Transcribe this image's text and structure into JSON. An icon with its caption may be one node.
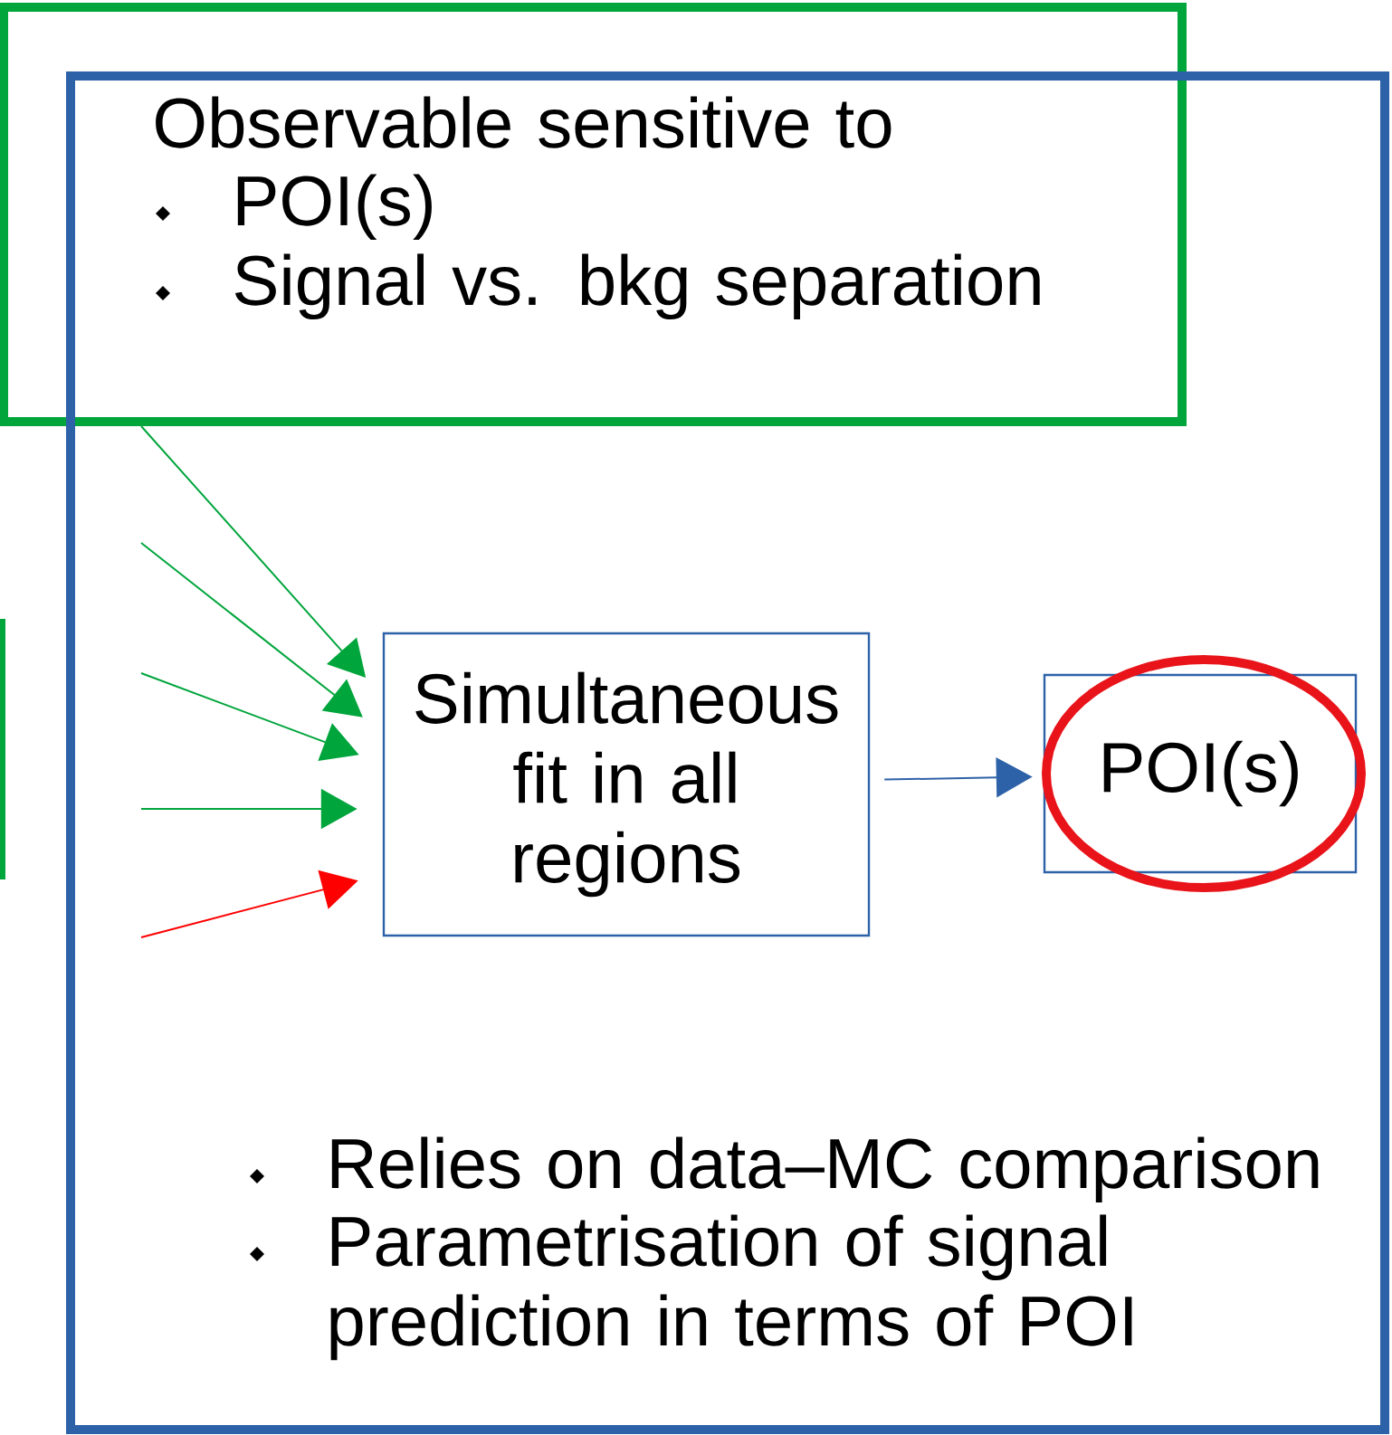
{
  "diagram": {
    "nodes": [
      {
        "text": [
          "Observable sensitive to",
          "POI(s)",
          "Signal vs. bkg separation"
        ]
      },
      {
        "text": [
          "Relies on data–MC comparison",
          "Parametrisation of signal prediction in terms of POI"
        ]
      },
      {
        "text": [],
        "shape": "box"
      },
      {
        "text": [
          "Simultaneous fit in all regions"
        ],
        "in": 1
      },
      {
        "text": [
          "POI(s)"
        ],
        "in": 1
      }
    ],
    "edges": [
      {
        "from": 0,
        "to": 3,
        "arrow": "to"
      },
      {
        "from": null,
        "to": 3,
        "arrow": "to"
      },
      {
        "from": null,
        "to": 3,
        "arrow": "to"
      },
      {
        "from": null,
        "to": 3,
        "arrow": "to"
      },
      {
        "from": null,
        "to": 3,
        "arrow": "to",
        "color": "#ff0000"
      },
      {
        "from": 3,
        "to": 4,
        "arrow": "to",
        "color": "#2e62a8"
      }
    ]
  }
}
